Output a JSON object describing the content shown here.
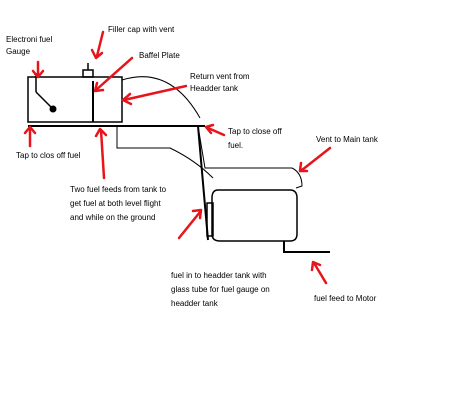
{
  "labels": {
    "electronic_fuel_gauge_1": "Electroni fuel",
    "electronic_fuel_gauge_2": "Gauge",
    "filler_cap": "Filler cap with vent",
    "baffel_plate": "Baffel Plate",
    "return_vent_1": "Return vent from",
    "return_vent_2": "Headder tank",
    "tap_close_off_1": "Tap to close off",
    "tap_close_off_2": "fuel.",
    "vent_main_tank": "Vent to Main tank",
    "tap_clos_off_fuel": "Tap to clos off fuel",
    "two_feeds_1": "Two fuel feeds from tank to",
    "two_feeds_2": "get fuel at both level flight",
    "two_feeds_3": "and while on the ground",
    "fuel_in_1": "fuel in to headder tank with",
    "fuel_in_2": "glass tube for fuel gauge on",
    "fuel_in_3": "headder tank",
    "fuel_feed_motor": "fuel feed to Motor"
  },
  "colors": {
    "line": "#000000",
    "arrow": "#e8141c",
    "background": "#ffffff"
  }
}
